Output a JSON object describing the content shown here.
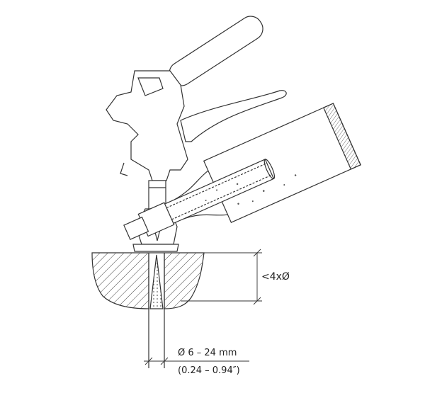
{
  "labels": {
    "depth": "<4xØ",
    "diameter_mm": "Ø 6 – 24 mm",
    "diameter_in": "(0.24 – 0.94″)"
  },
  "colors": {
    "line": "#333333",
    "hatch": "#444444"
  }
}
